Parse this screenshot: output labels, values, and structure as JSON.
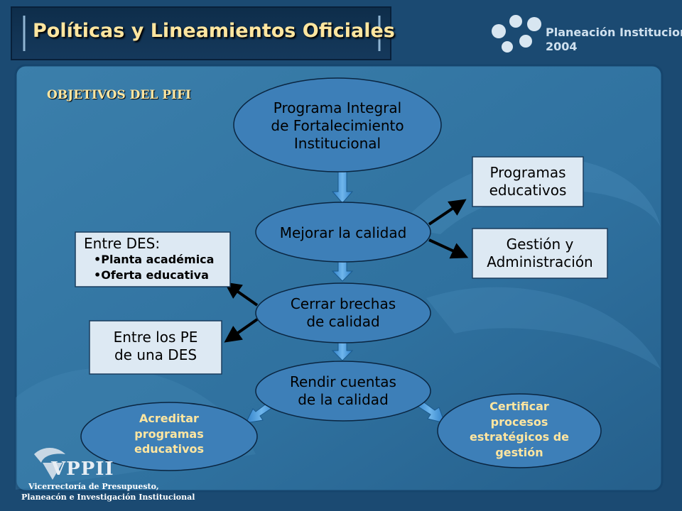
{
  "header": {
    "title": "Políticas y Lineamientos Oficiales",
    "brand_name": "Planeación Institucional",
    "brand_year": "2004"
  },
  "section_title": "OBJETIVOS DEL PIFI",
  "nodes": {
    "pifi": [
      "Programa Integral",
      "de Fortalecimiento",
      "Institucional"
    ],
    "mejorar": [
      "Mejorar la calidad"
    ],
    "cerrar": [
      "Cerrar brechas",
      "de calidad"
    ],
    "rendir": [
      "Rendir cuentas",
      "de la calidad"
    ],
    "programas": [
      "Programas",
      "educativos"
    ],
    "gestion": [
      "Gestión y",
      "Administración"
    ],
    "entre_des": {
      "title": "Entre DES:",
      "items": [
        "•Planta académica",
        "•Oferta educativa"
      ]
    },
    "entre_pe": [
      "Entre los PE",
      "de una DES"
    ],
    "acreditar": [
      "Acreditar",
      "programas",
      "educativos"
    ],
    "certificar": [
      "Certificar",
      "procesos",
      "estratégicos de",
      "gestión"
    ]
  },
  "footer": {
    "logo": "VPPII",
    "line1": "Vicerrectoría de Presupuesto,",
    "line2": "Planeacón e Investigación Institucional"
  },
  "colors": {
    "background": "#1f4e77",
    "panel": "#2b6c98",
    "ellipse_fill": "#3d7fb8",
    "box_fill": "#dde9f3",
    "arrow_fill": "#3d8fd0",
    "title_text": "#ffe6a0"
  }
}
